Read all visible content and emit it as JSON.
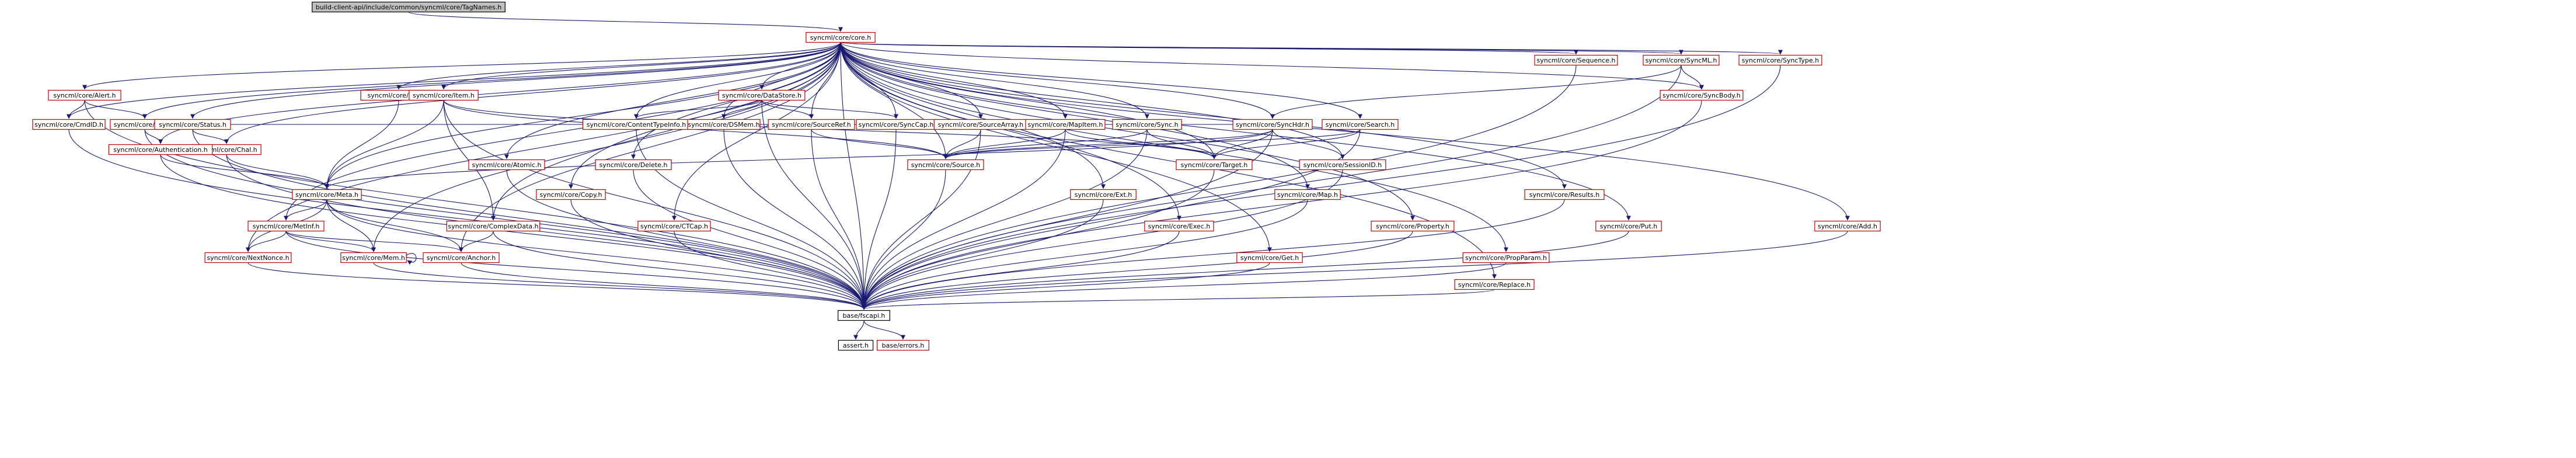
{
  "graph": {
    "title": "build-client-api/include/common/syncml/core/TagNames.h",
    "root": "root",
    "nodes": [
      {
        "id": "root",
        "label": "build-client-api/include/common/syncml/core/TagNames.h",
        "style": "root"
      },
      {
        "id": "core",
        "label": "syncml/core/core.h",
        "style": "red"
      },
      {
        "id": "alert",
        "label": "syncml/core/Alert.h",
        "style": "red"
      },
      {
        "id": "cmdid",
        "label": "syncml/core/CmdID.h",
        "style": "red"
      },
      {
        "id": "cred",
        "label": "syncml/core/Cred.h",
        "style": "red"
      },
      {
        "id": "status",
        "label": "syncml/core/Status.h",
        "style": "red"
      },
      {
        "id": "chal",
        "label": "syncml/core/Chal.h",
        "style": "red"
      },
      {
        "id": "auth",
        "label": "syncml/core/Authentication.h",
        "style": "red"
      },
      {
        "id": "filter",
        "label": "syncml/core/Filter.h",
        "style": "red"
      },
      {
        "id": "item",
        "label": "syncml/core/Item.h",
        "style": "red"
      },
      {
        "id": "meta",
        "label": "syncml/core/Meta.h",
        "style": "red"
      },
      {
        "id": "metinf",
        "label": "syncml/core/MetInf.h",
        "style": "red"
      },
      {
        "id": "nextnonce",
        "label": "syncml/core/NextNonce.h",
        "style": "red"
      },
      {
        "id": "mem",
        "label": "syncml/core/Mem.h",
        "style": "red"
      },
      {
        "id": "anchor",
        "label": "syncml/core/Anchor.h",
        "style": "red"
      },
      {
        "id": "complexdata",
        "label": "syncml/core/ComplexData.h",
        "style": "red"
      },
      {
        "id": "atomic",
        "label": "syncml/core/Atomic.h",
        "style": "red"
      },
      {
        "id": "copy",
        "label": "syncml/core/Copy.h",
        "style": "red"
      },
      {
        "id": "delete",
        "label": "syncml/core/Delete.h",
        "style": "red"
      },
      {
        "id": "ctcap",
        "label": "syncml/core/CTCap.h",
        "style": "red"
      },
      {
        "id": "datastore",
        "label": "syncml/core/DataStore.h",
        "style": "red"
      },
      {
        "id": "contenttypeinfo",
        "label": "syncml/core/ContentTypeInfo.h",
        "style": "red"
      },
      {
        "id": "dsmem",
        "label": "syncml/core/DSMem.h",
        "style": "red"
      },
      {
        "id": "sourceref",
        "label": "syncml/core/SourceRef.h",
        "style": "red"
      },
      {
        "id": "synccap",
        "label": "syncml/core/SyncCap.h",
        "style": "red"
      },
      {
        "id": "sourcearray",
        "label": "syncml/core/SourceArray.h",
        "style": "red"
      },
      {
        "id": "mapitem",
        "label": "syncml/core/MapItem.h",
        "style": "red"
      },
      {
        "id": "sync",
        "label": "syncml/core/Sync.h",
        "style": "red"
      },
      {
        "id": "source",
        "label": "syncml/core/Source.h",
        "style": "red"
      },
      {
        "id": "synchdr",
        "label": "syncml/core/SyncHdr.h",
        "style": "red"
      },
      {
        "id": "search",
        "label": "syncml/core/Search.h",
        "style": "red"
      },
      {
        "id": "target",
        "label": "syncml/core/Target.h",
        "style": "red"
      },
      {
        "id": "sessionid",
        "label": "syncml/core/SessionID.h",
        "style": "red"
      },
      {
        "id": "exe",
        "label": "syncml/core/Ext.h",
        "style": "red"
      },
      {
        "id": "exec",
        "label": "syncml/core/Exec.h",
        "style": "red"
      },
      {
        "id": "get",
        "label": "syncml/core/Get.h",
        "style": "red"
      },
      {
        "id": "map",
        "label": "syncml/core/Map.h",
        "style": "red"
      },
      {
        "id": "property",
        "label": "syncml/core/Property.h",
        "style": "red"
      },
      {
        "id": "propparam",
        "label": "syncml/core/PropParam.h",
        "style": "red"
      },
      {
        "id": "replace",
        "label": "syncml/core/Replace.h",
        "style": "red"
      },
      {
        "id": "results",
        "label": "syncml/core/Results.h",
        "style": "red"
      },
      {
        "id": "put",
        "label": "syncml/core/Put.h",
        "style": "red"
      },
      {
        "id": "sequence",
        "label": "syncml/core/Sequence.h",
        "style": "red"
      },
      {
        "id": "syncml",
        "label": "syncml/core/SyncML.h",
        "style": "red"
      },
      {
        "id": "syncbody",
        "label": "syncml/core/SyncBody.h",
        "style": "red"
      },
      {
        "id": "synctype",
        "label": "syncml/core/SyncType.h",
        "style": "red"
      },
      {
        "id": "add",
        "label": "syncml/core/Add.h",
        "style": "red"
      },
      {
        "id": "fscapi",
        "label": "base/fscapi.h",
        "style": "black"
      },
      {
        "id": "assert",
        "label": "assert.h",
        "style": "black"
      },
      {
        "id": "errors",
        "label": "base/errors.h",
        "style": "red"
      }
    ],
    "edges": [
      [
        "root",
        "core"
      ],
      [
        "core",
        "alert"
      ],
      [
        "core",
        "cmdid"
      ],
      [
        "core",
        "cred"
      ],
      [
        "core",
        "status"
      ],
      [
        "core",
        "chal"
      ],
      [
        "core",
        "auth"
      ],
      [
        "core",
        "filter"
      ],
      [
        "core",
        "item"
      ],
      [
        "core",
        "meta"
      ],
      [
        "core",
        "metinf"
      ],
      [
        "core",
        "nextnonce"
      ],
      [
        "core",
        "mem"
      ],
      [
        "core",
        "anchor"
      ],
      [
        "core",
        "complexdata"
      ],
      [
        "core",
        "atomic"
      ],
      [
        "core",
        "copy"
      ],
      [
        "core",
        "delete"
      ],
      [
        "core",
        "ctcap"
      ],
      [
        "core",
        "datastore"
      ],
      [
        "core",
        "contenttypeinfo"
      ],
      [
        "core",
        "dsmem"
      ],
      [
        "core",
        "sourceref"
      ],
      [
        "core",
        "synccap"
      ],
      [
        "core",
        "sourcearray"
      ],
      [
        "core",
        "mapitem"
      ],
      [
        "core",
        "sync"
      ],
      [
        "core",
        "source"
      ],
      [
        "core",
        "synchdr"
      ],
      [
        "core",
        "search"
      ],
      [
        "core",
        "target"
      ],
      [
        "core",
        "sessionid"
      ],
      [
        "core",
        "exe"
      ],
      [
        "core",
        "exec"
      ],
      [
        "core",
        "get"
      ],
      [
        "core",
        "map"
      ],
      [
        "core",
        "property"
      ],
      [
        "core",
        "propparam"
      ],
      [
        "core",
        "replace"
      ],
      [
        "core",
        "results"
      ],
      [
        "core",
        "put"
      ],
      [
        "core",
        "sequence"
      ],
      [
        "core",
        "syncml"
      ],
      [
        "core",
        "syncbody"
      ],
      [
        "core",
        "synctype"
      ],
      [
        "core",
        "add"
      ],
      [
        "core",
        "fscapi"
      ],
      [
        "alert",
        "cmdid"
      ],
      [
        "alert",
        "cred"
      ],
      [
        "alert",
        "fscapi"
      ],
      [
        "cmdid",
        "fscapi"
      ],
      [
        "cred",
        "auth"
      ],
      [
        "cred",
        "fscapi"
      ],
      [
        "status",
        "chal"
      ],
      [
        "status",
        "fscapi"
      ],
      [
        "chal",
        "meta"
      ],
      [
        "chal",
        "fscapi"
      ],
      [
        "auth",
        "meta"
      ],
      [
        "auth",
        "fscapi"
      ],
      [
        "filter",
        "item"
      ],
      [
        "filter",
        "meta"
      ],
      [
        "item",
        "meta"
      ],
      [
        "item",
        "complexdata"
      ],
      [
        "item",
        "source"
      ],
      [
        "item",
        "target"
      ],
      [
        "item",
        "fscapi"
      ],
      [
        "meta",
        "metinf"
      ],
      [
        "meta",
        "nextnonce"
      ],
      [
        "meta",
        "mem"
      ],
      [
        "meta",
        "anchor"
      ],
      [
        "meta",
        "fscapi"
      ],
      [
        "metinf",
        "nextnonce"
      ],
      [
        "metinf",
        "mem"
      ],
      [
        "metinf",
        "anchor"
      ],
      [
        "metinf",
        "fscapi"
      ],
      [
        "nextnonce",
        "fscapi"
      ],
      [
        "mem",
        "mem"
      ],
      [
        "mem",
        "fscapi"
      ],
      [
        "anchor",
        "fscapi"
      ],
      [
        "complexdata",
        "anchor"
      ],
      [
        "complexdata",
        "fscapi"
      ],
      [
        "atomic",
        "fscapi"
      ],
      [
        "copy",
        "fscapi"
      ],
      [
        "delete",
        "fscapi"
      ],
      [
        "ctcap",
        "fscapi"
      ],
      [
        "datastore",
        "contenttypeinfo"
      ],
      [
        "datastore",
        "dsmem"
      ],
      [
        "datastore",
        "sourceref"
      ],
      [
        "datastore",
        "synccap"
      ],
      [
        "datastore",
        "fscapi"
      ],
      [
        "contenttypeinfo",
        "fscapi"
      ],
      [
        "dsmem",
        "fscapi"
      ],
      [
        "sourceref",
        "source"
      ],
      [
        "sourceref",
        "fscapi"
      ],
      [
        "synccap",
        "fscapi"
      ],
      [
        "sourcearray",
        "source"
      ],
      [
        "sourcearray",
        "fscapi"
      ],
      [
        "mapitem",
        "source"
      ],
      [
        "mapitem",
        "target"
      ],
      [
        "mapitem",
        "fscapi"
      ],
      [
        "sync",
        "source"
      ],
      [
        "sync",
        "target"
      ],
      [
        "sync",
        "fscapi"
      ],
      [
        "source",
        "fscapi"
      ],
      [
        "synchdr",
        "cred"
      ],
      [
        "synchdr",
        "meta"
      ],
      [
        "synchdr",
        "source"
      ],
      [
        "synchdr",
        "target"
      ],
      [
        "synchdr",
        "sessionid"
      ],
      [
        "synchdr",
        "fscapi"
      ],
      [
        "search",
        "source"
      ],
      [
        "search",
        "target"
      ],
      [
        "search",
        "fscapi"
      ],
      [
        "target",
        "fscapi"
      ],
      [
        "sessionid",
        "fscapi"
      ],
      [
        "exe",
        "fscapi"
      ],
      [
        "exec",
        "fscapi"
      ],
      [
        "get",
        "fscapi"
      ],
      [
        "map",
        "fscapi"
      ],
      [
        "property",
        "fscapi"
      ],
      [
        "propparam",
        "fscapi"
      ],
      [
        "replace",
        "fscapi"
      ],
      [
        "results",
        "fscapi"
      ],
      [
        "put",
        "fscapi"
      ],
      [
        "sequence",
        "fscapi"
      ],
      [
        "syncml",
        "synchdr"
      ],
      [
        "syncml",
        "syncbody"
      ],
      [
        "syncml",
        "fscapi"
      ],
      [
        "syncbody",
        "fscapi"
      ],
      [
        "synctype",
        "fscapi"
      ],
      [
        "add",
        "fscapi"
      ],
      [
        "fscapi",
        "assert"
      ],
      [
        "fscapi",
        "errors"
      ]
    ]
  }
}
